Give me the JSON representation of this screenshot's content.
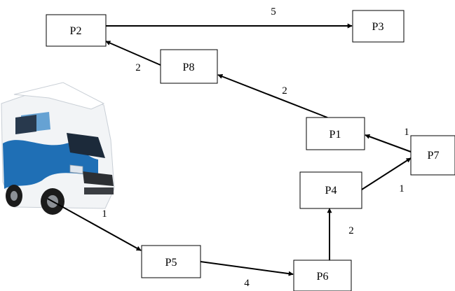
{
  "nodes": {
    "p2": "P2",
    "p3": "P3",
    "p8": "P8",
    "p1": "P1",
    "p7": "P7",
    "p4": "P4",
    "p5": "P5",
    "p6": "P6"
  },
  "edges": [
    {
      "from": "P2",
      "to": "P3",
      "weight": "5"
    },
    {
      "from": "P8",
      "to": "P2",
      "weight": "2"
    },
    {
      "from": "P1",
      "to": "P8",
      "weight": "2"
    },
    {
      "from": "P7",
      "to": "P1",
      "weight": "1"
    },
    {
      "from": "P4",
      "to": "P7",
      "weight": "1"
    },
    {
      "from": "P6",
      "to": "P4",
      "weight": "2"
    },
    {
      "from": "P5",
      "to": "P6",
      "weight": "4"
    },
    {
      "from": "Van",
      "to": "P5",
      "weight": "1"
    }
  ],
  "start_image": "campervan-image",
  "colors": {
    "line": "#000000",
    "van_blue": "#1f6fb5",
    "van_white": "#f2f4f6"
  }
}
